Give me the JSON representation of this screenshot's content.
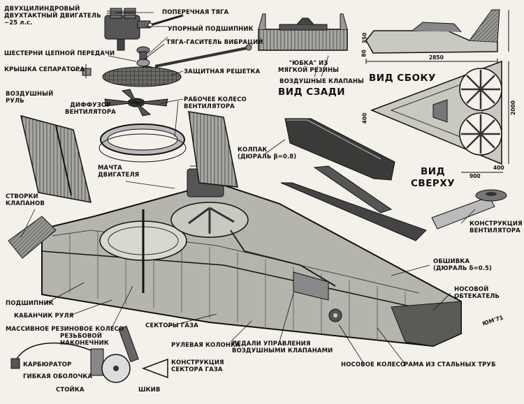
{
  "labels": {
    "engine": "ДВУХЦИЛИНДРОВЫЙ\nДВУХТАКТНЫЙ ДВИГАТЕЛЬ\n~25 л.с.",
    "chain_gears": "ШЕСТЕРНИ ЦЕПНОЙ ПЕРЕДАЧИ",
    "separator_cover": "КРЫШКА СЕПАРАТОРА",
    "cross_rod": "ПОПЕРЕЧНАЯ ТЯГА",
    "thrust_bearing": "УПОРНЫЙ ПОДШИПНИК",
    "damper_rod": "ТЯГА-ГАСИТЕЛЬ ВИБРАЦИЙ",
    "guard_grille": "ЗАЩИТНАЯ РЕШЕТКА",
    "fan_impeller": "РАБОЧЕЕ КОЛЕСО\nВЕНТИЛЯТОРА",
    "air_rudder": "ВОЗДУШНЫЙ\nРУЛЬ",
    "fan_diffuser": "ДИФФУЗОР\nВЕНТИЛЯТОРА",
    "engine_mast": "МАЧТА\nДВИГАТЕЛЯ",
    "valve_flaps": "СТВОРКИ\nКЛАПАНОВ",
    "bearing": "ПОДШИПНИК",
    "rudder_rocker": "КАБАНЧИК РУЛЯ",
    "rubber_wheel": "МАССИВНОЕ РЕЗИНОВОЕ КОЛЕСО",
    "threaded_tip": "РЕЗЬБОВОЙ\nНАКОНЕЧНИК",
    "carburetor": "КАРБЮРАТОР",
    "flex_sheath": "ГИБКАЯ ОБОЛОЧКА",
    "post": "СТОЙКА",
    "pulley": "ШКИВ",
    "throttle_sectors": "СЕКТОРЫ ГАЗА",
    "steering_column": "РУЛЕВАЯ КОЛОНКА",
    "throttle_sector_design": "КОНСТРУКЦИЯ\nСЕКТОРА ГАЗА",
    "air_valve_pedals": "ПЕДАЛИ УПРАВЛЕНИЯ\nВОЗДУШНЫМИ КЛАПАНАМИ",
    "nose_wheel": "НОСОВОЕ КОЛЕСО",
    "steel_tube_frame": "РАМА ИЗ СТАЛЬНЫХ ТРУБ",
    "nose_fairing": "НОСОВОЙ\nОБТЕКАТЕЛЬ",
    "skin": "ОБШИВКА\n(ДЮРАЛЬ δ=0.5)",
    "canopy": "КОЛПАК\n(ДЮРАЛЬ β=0.8)",
    "fan_design": "КОНСТРУКЦИЯ\nВЕНТИЛЯТОРА",
    "skirt": "\"ЮБКА\" ИЗ\nМЯГКОЙ РЕЗИНЫ",
    "air_valves": "ВОЗДУШНЫЕ КЛАПАНЫ"
  },
  "views": {
    "rear": "ВИД СЗАДИ",
    "side": "ВИД СБОКУ",
    "top": "ВИД\nСВЕРХУ"
  },
  "dimensions": {
    "side_length": "2850",
    "side_height": "350",
    "side_clearance": "80",
    "top_width": "2000",
    "top_front": "400",
    "top_fan_span": "900",
    "top_rear": "400"
  },
  "signature": "ЮМ'71",
  "colors": {
    "ink": "#111111",
    "paper": "#f4f1ea",
    "metal": "#8c8c86",
    "dark": "#3a3a38"
  }
}
